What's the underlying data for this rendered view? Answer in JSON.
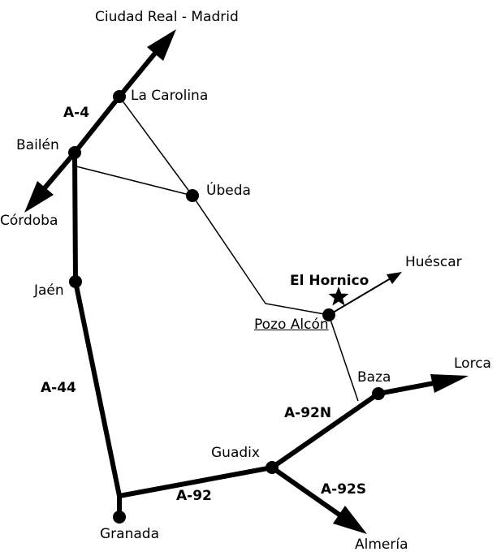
{
  "colors": {
    "foreground": "#000000",
    "background": "#ffffff"
  },
  "map": {
    "cities": {
      "la_carolina": "La Carolina",
      "bailen": "Bailén",
      "ubeda": "Úbeda",
      "jaen": "Jaén",
      "pozo_alcon": "Pozo Alcón",
      "baza": "Baza",
      "guadix": "Guadix",
      "granada": "Granada"
    },
    "roads": {
      "a4": "A-4",
      "a44": "A-44",
      "a92": "A-92",
      "a92n": "A-92N",
      "a92s": "A-92S"
    },
    "destinations": {
      "ciudad_real_madrid": "Ciudad Real - Madrid",
      "cordoba": "Córdoba",
      "huescar": "Huéscar",
      "lorca": "Lorca",
      "almeria": "Almería"
    },
    "poi": {
      "el_hornico": "El Hornico"
    }
  }
}
